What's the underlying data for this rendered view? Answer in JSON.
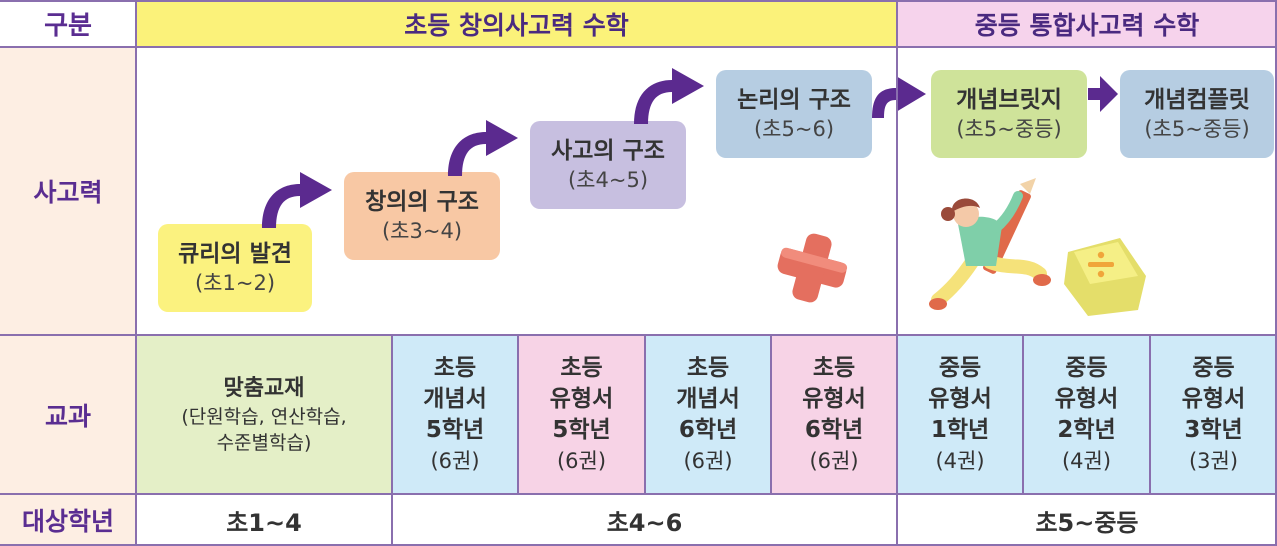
{
  "header": {
    "category": "구분",
    "elementary": "초등 창의사고력 수학",
    "middle": "중등 통합사고력 수학"
  },
  "rows": {
    "thinking": "사고력",
    "textbook": "교과",
    "target_grade": "대상학년"
  },
  "steps": [
    {
      "title": "큐리의 발견",
      "grade": "(초1~2)",
      "color": "#fbf27f"
    },
    {
      "title": "창의의 구조",
      "grade": "(초3~4)",
      "color": "#f8c8a4"
    },
    {
      "title": "사고의 구조",
      "grade": "(초4~5)",
      "color": "#c7bfe0"
    },
    {
      "title": "논리의 구조",
      "grade": "(초5~6)",
      "color": "#b6cde2"
    },
    {
      "title": "개념브릿지",
      "grade": "(초5~중등)",
      "color": "#cfe39a"
    },
    {
      "title": "개념컴플릿",
      "grade": "(초5~중등)",
      "color": "#b6cde2"
    }
  ],
  "books": [
    {
      "lines": [
        "맞춤교재"
      ],
      "sub": [
        "(단원학습, 연산학습,",
        "수준별학습)"
      ]
    },
    {
      "lines": [
        "초등",
        "개념서",
        "5학년"
      ],
      "count": "(6권)"
    },
    {
      "lines": [
        "초등",
        "유형서",
        "5학년"
      ],
      "count": "(6권)"
    },
    {
      "lines": [
        "초등",
        "개념서",
        "6학년"
      ],
      "count": "(6권)"
    },
    {
      "lines": [
        "초등",
        "유형서",
        "6학년"
      ],
      "count": "(6권)"
    },
    {
      "lines": [
        "중등",
        "유형서",
        "1학년"
      ],
      "count": "(4권)"
    },
    {
      "lines": [
        "중등",
        "유형서",
        "2학년"
      ],
      "count": "(4권)"
    },
    {
      "lines": [
        "중등",
        "유형서",
        "3학년"
      ],
      "count": "(3권)"
    }
  ],
  "grades": [
    "초1~4",
    "초4~6",
    "초5~중등"
  ],
  "colors": {
    "border": "#8a6fae",
    "arrow": "#5b2a8f",
    "header_elementary": "#fbf27a",
    "header_middle": "#f6d3ec",
    "side": "#fdeee3"
  },
  "decorations": [
    "plus-icon",
    "divide-icon",
    "running-girl-with-pencil"
  ]
}
